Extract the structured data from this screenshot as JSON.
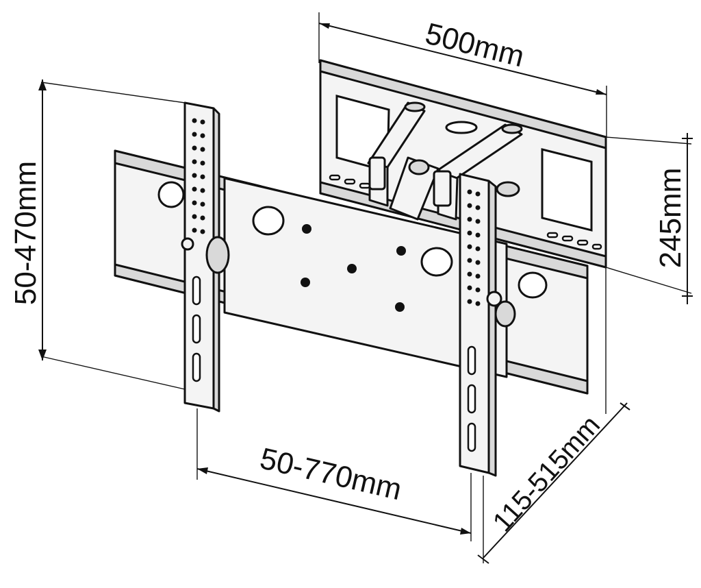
{
  "diagram": {
    "dimensions": {
      "top_width": "500mm",
      "right_height": "245mm",
      "left_height": "50-470mm",
      "bottom_width": "50-770mm",
      "depth": "115-515mm"
    },
    "colors": {
      "line": "#111111",
      "fill": "#f4f4f4",
      "background": "#ffffff"
    }
  }
}
